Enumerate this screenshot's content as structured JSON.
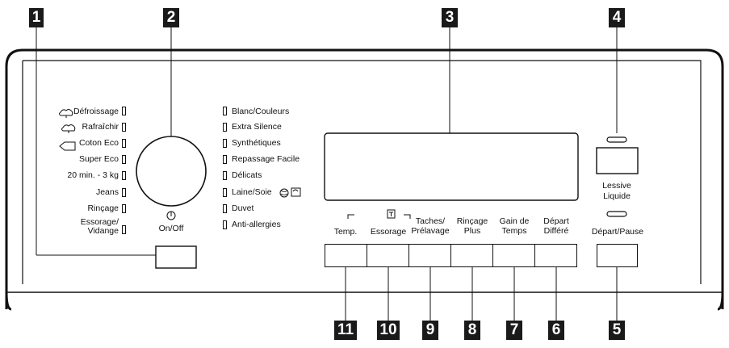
{
  "callouts": [
    "1",
    "2",
    "3",
    "4",
    "5",
    "6",
    "7",
    "8",
    "9",
    "10",
    "11"
  ],
  "left_programs": [
    "Défroissage",
    "Rafraîchir",
    "Coton Eco",
    "Super Eco",
    "20 min. - 3 kg",
    "Jeans",
    "Rinçage",
    "Essorage/",
    "Vidange"
  ],
  "right_programs": [
    "Blanc/Couleurs",
    "Extra Silence",
    "Synthétiques",
    "Repassage Facile",
    "Délicats",
    "Laine/Soie",
    "Duvet",
    "Anti-allergies"
  ],
  "on_off": "On/Off",
  "detergent": {
    "line1": "Lessive",
    "line2": "Liquide"
  },
  "start_pause": "Départ/Pause",
  "buttons": {
    "temp": "Temp.",
    "spin": "Essorage",
    "stain_1": "Taches/",
    "stain_2": "Prélavage",
    "rinse_1": "Rinçage",
    "rinse_2": "Plus",
    "time_1": "Gain de",
    "time_2": "Temps",
    "delay_1": "Départ",
    "delay_2": "Différé"
  }
}
